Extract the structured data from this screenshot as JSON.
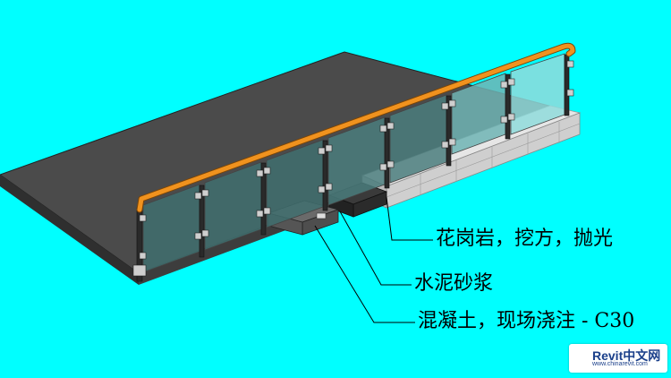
{
  "labels": {
    "granite": "花岗岩，挖方，抛光",
    "mortar": "水泥砂浆",
    "concrete": "混凝土，现场浇注 - C30"
  },
  "logo": {
    "brand": "Revit中文网",
    "url": "www.chinarevit.com"
  },
  "colors": {
    "background": "#00ffff",
    "slab_top": "#4a4a4a",
    "slab_side": "#3a3a3a",
    "handrail": "#e88a1c",
    "glass": "#7fcfcf",
    "granite": "#d8d8d8",
    "mortar": "#3a3a3a",
    "concrete": "#5a5a5a"
  }
}
